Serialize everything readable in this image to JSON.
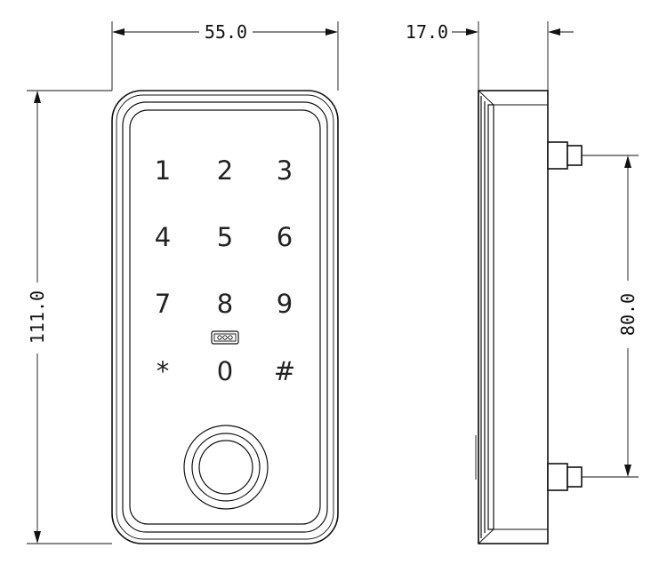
{
  "dimensions": {
    "width": "55.0",
    "height": "111.0",
    "depth": "17.0",
    "spacing": "80.0"
  },
  "keypad": {
    "keys": [
      "1",
      "2",
      "3",
      "4",
      "5",
      "6",
      "7",
      "8",
      "9",
      "*",
      "0",
      "#"
    ]
  },
  "icons": {
    "card": "card-reader-icon",
    "fingerprint": "fingerprint-sensor-icon"
  }
}
